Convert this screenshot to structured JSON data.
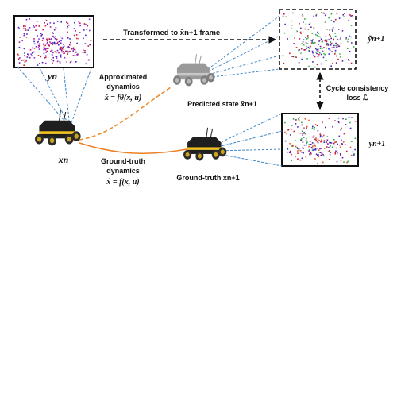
{
  "diagram": {
    "transform_label": "Transformed to x̃n+1 frame",
    "approx_title_1": "Approximated",
    "approx_title_2": "dynamics",
    "approx_eq": "ẋ = fθ(x, u)",
    "predicted_label": "Predicted state x̃n+1",
    "gt_title_1": "Ground-truth",
    "gt_title_2": "dynamics",
    "gt_eq": "ẋ = f(x, u)",
    "gt_state_label": "Ground-truth xn+1",
    "cycle_label_1": "Cycle consistency",
    "cycle_label_2": "loss ℒ",
    "y_n": "yn",
    "x_n": "xn",
    "y_tilde_n1": "ỹn+1",
    "y_n1": "yn+1"
  },
  "colors": {
    "ray": "#3f86c9",
    "approx_path": "#ee8a2e",
    "gt_path": "#ee7f22",
    "robot_body": "#1f1f1f",
    "robot_stripe": "#f2c21b",
    "robot_wheel": "#2b2b2b",
    "predicted_robot": "#9a9a9a"
  }
}
